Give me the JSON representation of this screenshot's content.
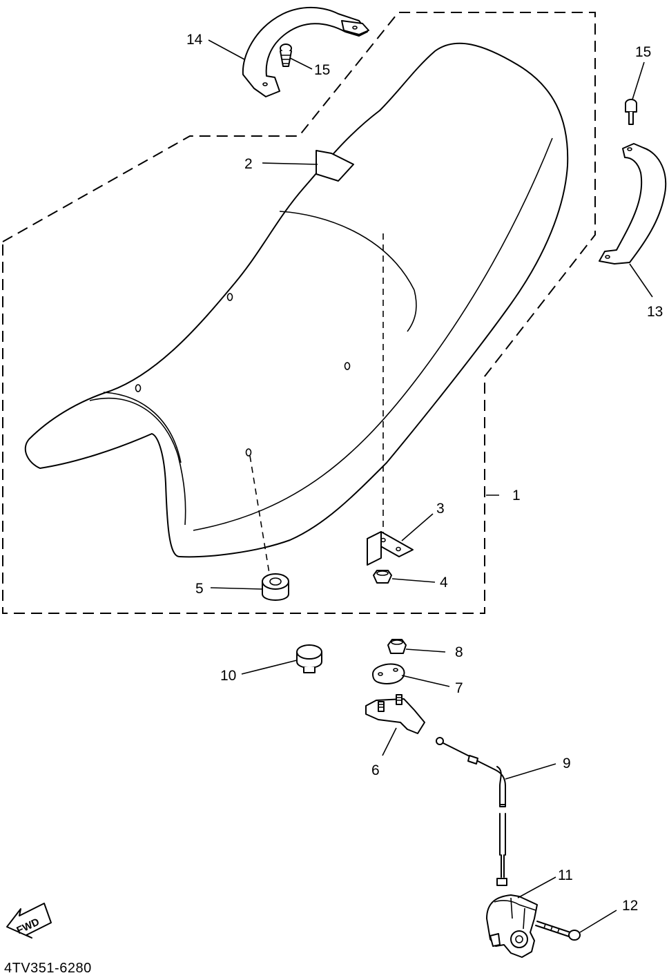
{
  "diagram": {
    "code": "4TV351-6280",
    "fwd_label": "FWD",
    "callouts": [
      {
        "id": "c1",
        "text": "1"
      },
      {
        "id": "c2",
        "text": "2"
      },
      {
        "id": "c3",
        "text": "3"
      },
      {
        "id": "c4",
        "text": "4"
      },
      {
        "id": "c5",
        "text": "5"
      },
      {
        "id": "c6",
        "text": "6"
      },
      {
        "id": "c7",
        "text": "7"
      },
      {
        "id": "c8",
        "text": "8"
      },
      {
        "id": "c9",
        "text": "9"
      },
      {
        "id": "c10",
        "text": "10"
      },
      {
        "id": "c11",
        "text": "11"
      },
      {
        "id": "c12",
        "text": "12"
      },
      {
        "id": "c13",
        "text": "13"
      },
      {
        "id": "c14",
        "text": "14"
      },
      {
        "id": "c15a",
        "text": "15"
      },
      {
        "id": "c15b",
        "text": "15"
      }
    ]
  }
}
